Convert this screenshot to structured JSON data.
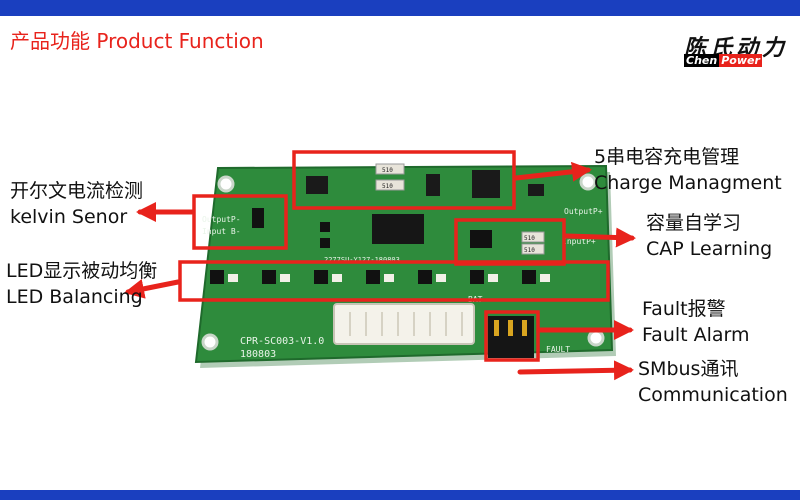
{
  "header": {
    "title": "产品功能 Product Function"
  },
  "logo": {
    "chinese": "陈氏动力",
    "english_left": "Chen",
    "english_right": "Power"
  },
  "board": {
    "silk_top_left": "OutputP-",
    "silk_input": "Input B-",
    "silk_top_right": "OutputP+",
    "silk_right": "InputP+",
    "silk_part": "2277SU-Y127-180803",
    "silk_bat": "BAT-",
    "silk_fault": "FAULT",
    "silk_model": "CPR-SC003-V1.0",
    "silk_date": "180803",
    "resistor_code": "510"
  },
  "labels": {
    "charge": {
      "cn": "5串电容充电管理",
      "en": "Charge Managment"
    },
    "kelvin": {
      "cn": "开尔文电流检测",
      "en": "kelvin Senor"
    },
    "cap": {
      "cn": "容量自学习",
      "en": "CAP Learning"
    },
    "led": {
      "cn": "LED显示被动均衡",
      "en": "LED Balancing"
    },
    "fault": {
      "cn": "Fault报警",
      "en": "Fault Alarm"
    },
    "smbus": {
      "cn": "SMbus通讯",
      "en": "Communication"
    }
  },
  "colors": {
    "accent": "#e8231c",
    "bar": "#1a3fbf",
    "pcb": "#2e8b3c"
  }
}
